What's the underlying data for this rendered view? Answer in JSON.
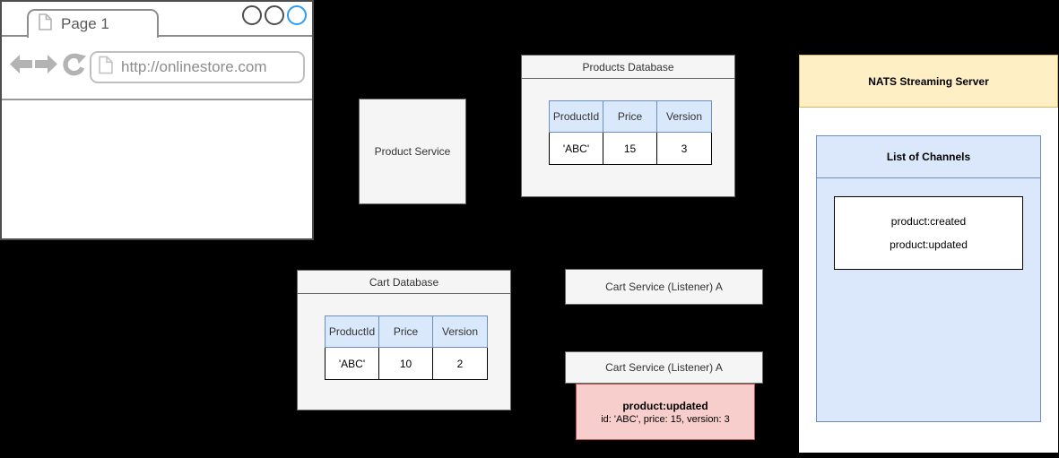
{
  "browser": {
    "tab_label": "Page 1",
    "url": "http://onlinestore.com",
    "controls": {
      "back": "back-arrow",
      "forward": "forward-arrow",
      "refresh": "refresh-arrow"
    }
  },
  "product_service": {
    "label": "Product Service"
  },
  "products_db": {
    "title": "Products Database",
    "headers": [
      "ProductId",
      "Price",
      "Version"
    ],
    "row": {
      "product_id": "'ABC'",
      "price": "15",
      "version": "3"
    }
  },
  "cart_db": {
    "title": "Cart Database",
    "headers": [
      "ProductId",
      "Price",
      "Version"
    ],
    "row": {
      "product_id": "'ABC'",
      "price": "10",
      "version": "2"
    }
  },
  "cart_service_1": {
    "label": "Cart Service (Listener) A"
  },
  "cart_service_2": {
    "label": "Cart Service (Listener) A"
  },
  "event_message": {
    "title": "product:updated",
    "detail": "id: 'ABC', price: 15, version: 3"
  },
  "nats": {
    "title": "NATS Streaming Server",
    "channels_panel": {
      "title": "List of Channels",
      "channels": [
        "product:created",
        "product:updated"
      ]
    }
  },
  "colors": {
    "background": "#000000",
    "shape_fill": "#f5f5f5",
    "shape_border": "#666666",
    "table_header_fill": "#dae8fc",
    "table_header_border": "#6c8ebf",
    "value_red": "#ff4d4d",
    "nats_header_fill": "#ffefc5",
    "nats_header_border": "#d6b656",
    "channels_fill": "#dbe8fb",
    "event_fill": "#f8cecc",
    "event_border": "#b85450",
    "browser_accent_blue": "#2e9bf5"
  }
}
